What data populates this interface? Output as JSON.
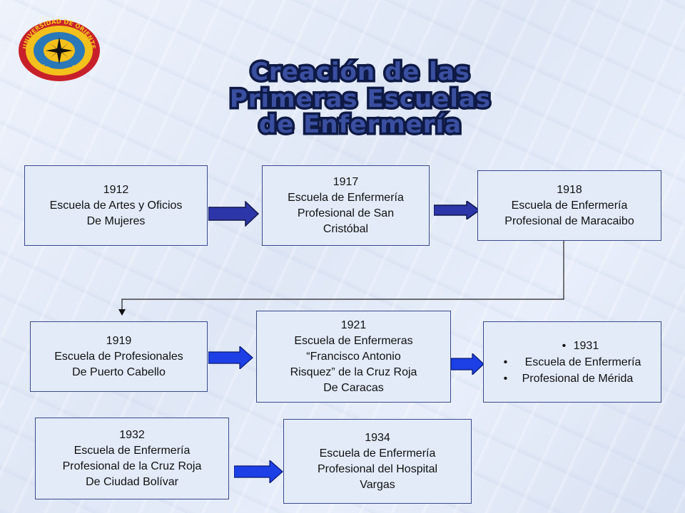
{
  "title": {
    "line1": "Creación de las",
    "line2": "Primeras Escuelas",
    "line3": "de Enfermería"
  },
  "logo": {
    "top_text": "UNIVERSIDAD DE ORIENTE",
    "bottom_text": "VENEZUELA"
  },
  "schools": [
    {
      "year": "1912",
      "lines": [
        "Escuela de Artes y Oficios",
        "De Mujeres"
      ]
    },
    {
      "year": "1917",
      "lines": [
        "Escuela de Enfermería",
        "Profesional de San",
        "Cristóbal"
      ]
    },
    {
      "year": "1918",
      "lines": [
        "Escuela de Enfermería",
        "Profesional de Maracaibo"
      ]
    },
    {
      "year": "1919",
      "lines": [
        "Escuela de Profesionales",
        "De Puerto Cabello"
      ]
    },
    {
      "year": "1921",
      "lines": [
        "Escuela de Enfermeras",
        "“Francisco Antonio",
        "Risquez” de la Cruz Roja",
        "De Caracas"
      ]
    },
    {
      "year": "1931",
      "lines": [
        "Escuela de Enfermería",
        "Profesional de Mérida"
      ]
    },
    {
      "year": "1932",
      "lines": [
        "Escuela de Enfermería",
        "Profesional de la Cruz Roja",
        "De Ciudad Bolívar"
      ]
    },
    {
      "year": "1934",
      "lines": [
        "Escuela de Enfermería",
        "Profesional del Hospital",
        "Vargas"
      ]
    }
  ],
  "colors": {
    "arrow_row1": "#2d36a8",
    "arrow_other": "#1c3fe6",
    "box_fill": "#e3ebf8",
    "box_border": "#3a4a8c",
    "title_fill": "#3a4fa0",
    "logo_red": "#c8202a",
    "logo_yellow": "#f4c01c"
  }
}
